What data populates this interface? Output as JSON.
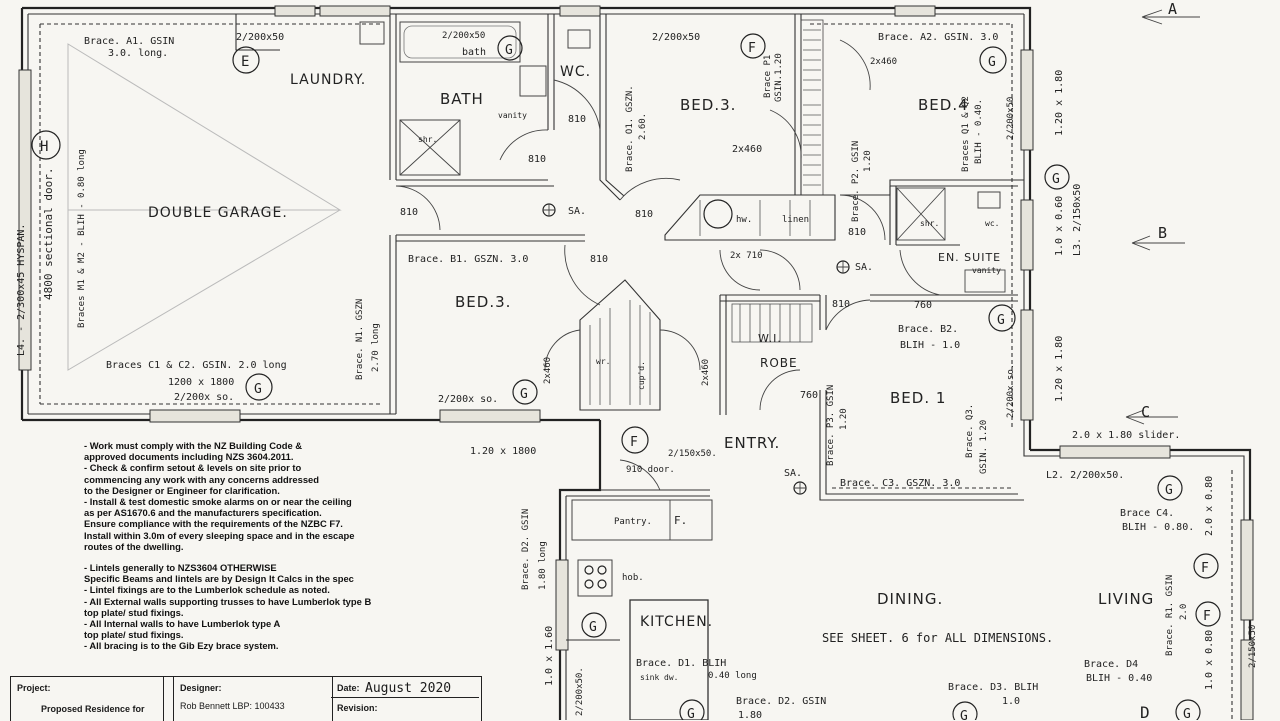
{
  "section_markers": {
    "a": "A",
    "b": "B",
    "c": "C",
    "d": "D"
  },
  "rooms": {
    "laundry": "LAUNDRY.",
    "bath": "BATH",
    "wc": "WC.",
    "bed3_top": "BED.3.",
    "bed4": "BED.4",
    "double_garage": "DOUBLE GARAGE.",
    "bed3_mid": "BED.3.",
    "ensuite": "EN. SUITE",
    "wrobe": "W.I.",
    "robe": "ROBE",
    "bed1": "BED. 1",
    "entry": "ENTRY.",
    "kitchen": "KITCHEN.",
    "dining": "DINING.",
    "living": "LIVING"
  },
  "annotations": {
    "brace_a1": "Brace. A1. GSIN",
    "brace_a1_len": "3.0. long.",
    "lintel_2200_1": "2/200x50",
    "bath_lintel": "2/200x50",
    "bath_item": "bath",
    "lintel_2200_2": "2/200x50",
    "brace_a2": "Brace. A2. GSIN. 3.0",
    "lintel_2x460_1": "2x460",
    "brace_p1": "Brace P1",
    "brace_p1_b": "GSIN.1.20",
    "vanity": "vanity",
    "shower": "shr.",
    "door_810_1": "810",
    "door_810_2": "810",
    "door_810_3": "810",
    "door_810_4": "810",
    "door_810_5": "810",
    "door_810_6": "810",
    "door_810_7": "810",
    "brace_o1": "Brace. O1. GSZN.",
    "brace_o1_b": "2.60.",
    "lintel_2x460_2": "2x460",
    "brace_q1": "Braces Q1 & Q2",
    "brace_q1_b": "BLIH - 0.40.",
    "lintel_2200_3": "2/200x50",
    "window_1201800_1": "1.20 x 1.80",
    "window_1060": "1.0 x 0.60",
    "lintel_l3": "L3. 2/150x50",
    "brace_p2": "Brace. P2. GSIN",
    "brace_p2_b": "1.20",
    "hw": "hw.",
    "linen": "linen",
    "sa_1": "SA.",
    "sa_2": "SA.",
    "sa_3": "SA.",
    "l4": "L4. - 2/300x45 HYSPAN.",
    "sectional_door": "4800 sectional door.",
    "braces_m1": "Braces M1 & M2 - BLIH - 0.80 long",
    "brace_b1": "Brace. B1. GSZN. 3.0",
    "door_2x710": "2x  710",
    "ensuite_vanity": "vanity",
    "ensuite_shr": "shr.",
    "ensuite_wc": "wc.",
    "door_760_1": "760",
    "door_760_2": "760",
    "brace_b2": "Brace. B2.",
    "brace_b2_b": "BLIH - 1.0",
    "brace_n1": "Brace. N1. GSZN",
    "brace_n1_b": "2.70 long",
    "braces_c1": "Braces C1 & C2. GSIN. 2.0 long",
    "window_12001800": "1200 x 1800",
    "lintel_2200_4": "2/200x so.",
    "lintel_2200_5": "2/200x so.",
    "lintel_2x460_3": "2x460",
    "lintel_2x460_4": "2x460",
    "wr": "wr.",
    "cup": "cup'd.",
    "brace_p3": "Brace. P3. GSIN",
    "brace_p3_b": "1.20",
    "brace_q3": "Brace. Q3.",
    "brace_q3_b": "GSIN. 1.20",
    "lintel_2200_6": "2/200x so.",
    "window_1201800_2": "1.20 x 1.80",
    "window_1201800_3": "1.20 x 1800",
    "lintel_2150": "2/150x50.",
    "door_910": "910 door.",
    "brace_c3": "Brace. C3. GSZN. 3.0",
    "slider": "2.0 x 1.80 slider.",
    "lintel_l2": "L2. 2/200x50.",
    "brace_c4": "Brace C4.",
    "brace_c4_b": "BLIH - 0.80.",
    "window_20080": "2.0 x 0.80",
    "brace_d2_left": "Brace. D2. GSIN",
    "brace_d2_left_b": "1.80 long",
    "pantry": "Pantry.",
    "f_label": "F.",
    "hob": "hob.",
    "window_1060_b": "1.0 x 1.60",
    "lintel_2200_7": "2/200x50.",
    "brace_d1": "Brace. D1.  BLIH",
    "brace_d1_b": "0.40 long",
    "sink": "sink",
    "dw": "dw.",
    "brace_d2": "Brace. D2. GSIN",
    "brace_d2_b": "1.80",
    "see_sheet": "SEE SHEET. 6 for ALL DIMENSIONS.",
    "brace_d3": "Brace. D3. BLIH",
    "brace_d3_b": "1.0",
    "brace_d4": "Brace. D4",
    "brace_d4_b": "BLIH - 0.40",
    "brace_r1": "Brace. R1. GSIN",
    "brace_r1_b": "2.0",
    "window_1080": "1.0 x 0.80",
    "lintel_2150b": "2/150x50"
  },
  "circle_tags": [
    "E",
    "F",
    "G",
    "H"
  ],
  "notes": [
    "- Work must comply with the NZ Building Code &",
    "  approved documents including NZS 3604.2011.",
    "- Check & confirm setout & levels on site prior to",
    "  commencing any work with any concerns addressed",
    "  to the Designer or Engineer for clarification.",
    "- Install & test domestic smoke alarms on or near the ceiling",
    "  as per AS1670.6 and the manufacturers specification.",
    "  Ensure compliance with the requirements of the NZBC F7.",
    "  Install within 3.0m of every sleeping space and in the escape",
    "  routes of the dwelling.",
    "",
    "- Lintels generally to NZS3604 OTHERWISE",
    "  Specific Beams and lintels are by Design It Calcs in the spec",
    "- Lintel fixings are to the Lumberlok schedule as noted.",
    "- All External walls supporting trusses to have Lumberlok type B",
    "  top plate/ stud fixings.",
    "- All Internal walls to have Lumberlok type A",
    "  top plate/ stud fixings.",
    "- All bracing is to the Gib Ezy brace system."
  ],
  "titleblock": {
    "project_label": "Project:",
    "project_value": "Proposed Residence for",
    "designer_label": "Designer:",
    "designer_value": "Rob Bennett LBP: 100433",
    "date_label": "Date:",
    "date_value": "August 2020",
    "revision_label": "Revision:"
  }
}
